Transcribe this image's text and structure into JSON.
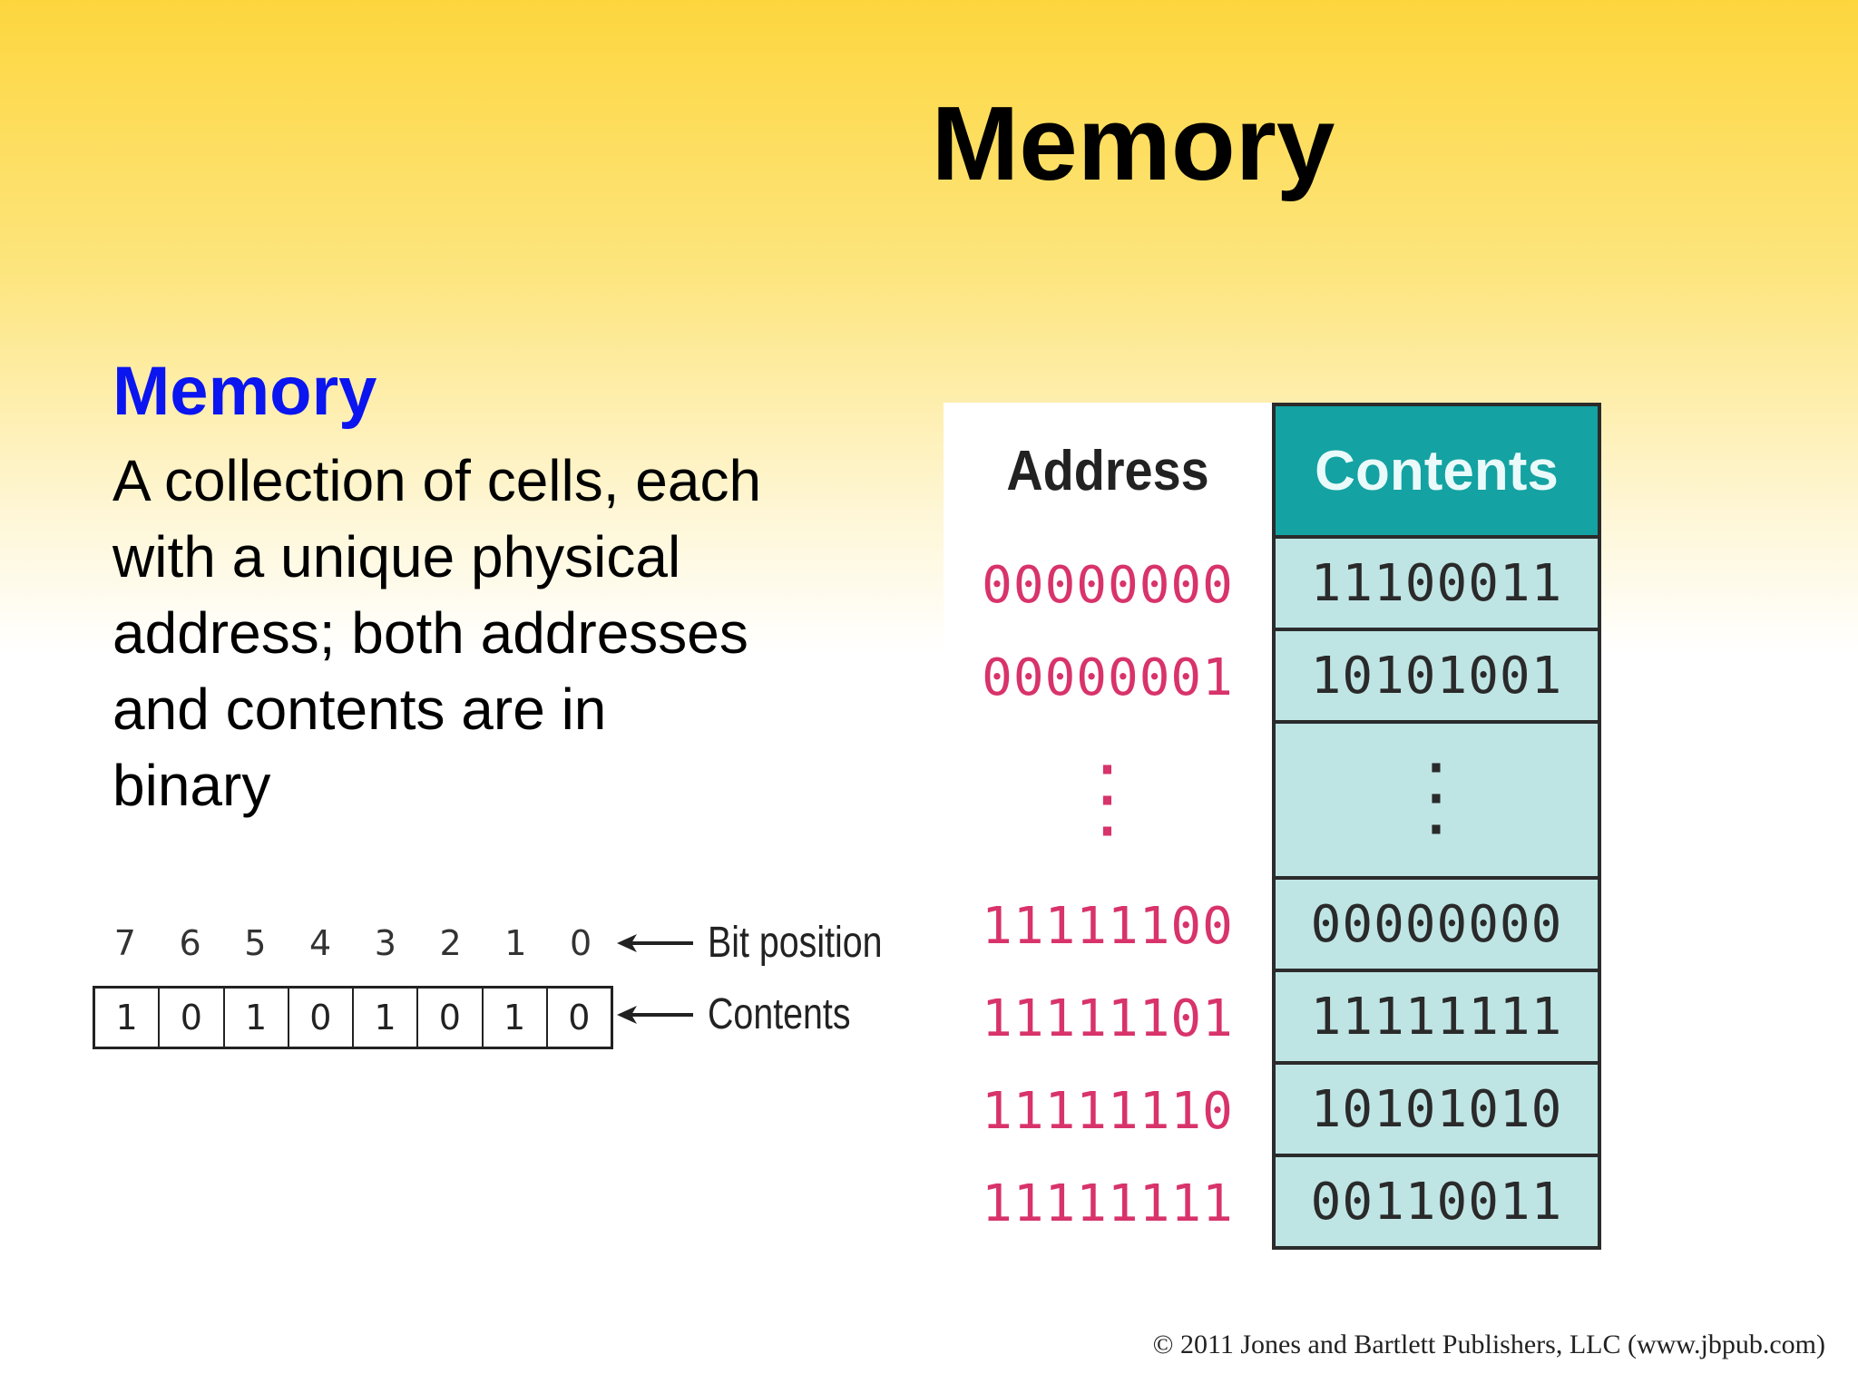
{
  "slide": {
    "title": "Memory",
    "subheading": "Memory",
    "body": "A collection of cells, each with a unique physical address; both addresses and contents are in binary"
  },
  "bit_diagram": {
    "positions": [
      "7",
      "6",
      "5",
      "4",
      "3",
      "2",
      "1",
      "0"
    ],
    "contents": [
      "1",
      "0",
      "1",
      "0",
      "1",
      "0",
      "1",
      "0"
    ],
    "position_label": "Bit position",
    "contents_label": "Contents"
  },
  "memory_table": {
    "address_header": "Address",
    "contents_header": "Contents",
    "rows": [
      {
        "address": "00000000",
        "contents": "11100011"
      },
      {
        "address": "00000001",
        "contents": "10101001"
      },
      {
        "address": "11111100",
        "contents": "00000000"
      },
      {
        "address": "11111101",
        "contents": "11111111"
      },
      {
        "address": "11111110",
        "contents": "10101010"
      },
      {
        "address": "11111111",
        "contents": "00110011"
      }
    ],
    "ellipsis": ":\n:\n·"
  },
  "footer": {
    "copyright": "© 2011 Jones and Bartlett Publishers, LLC (www.jbpub.com)"
  },
  "colors": {
    "subheading": "#0a15f0",
    "address_text": "#d8336a",
    "contents_header_bg": "#14a2a2",
    "contents_cell_bg": "#bfe4e4"
  }
}
